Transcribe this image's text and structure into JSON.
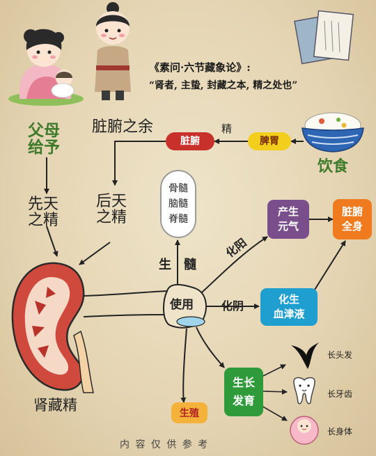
{
  "quote": {
    "source": "《素问·六节藏象论》:",
    "line": "“肾者, 主蛰, 封藏之本, 精之处也”"
  },
  "labels": {
    "parents_line1": "父母",
    "parents_line2": "给予",
    "prenatal_line1": "先天",
    "prenatal_line2": "之精",
    "postnatal_line1": "后天",
    "postnatal_line2": "之精",
    "zangfu_surplus": "脏腑之余",
    "jing": "精",
    "diet": "饮食",
    "kidney_store": "肾藏精",
    "sheng": "生",
    "sui": "髓",
    "use": "使用",
    "hua_yang": "化阳",
    "hua_yin": "化阴",
    "long_hair": "长头发",
    "long_teeth": "长牙齿",
    "long_body": "长身体",
    "footer": "内 容 仅 供 参 考"
  },
  "marrow": [
    "骨髓",
    "脑髓",
    "脊髓"
  ],
  "boxes": {
    "zangfu": "脏腑",
    "spleen": "脾胃",
    "yuanqi_line1": "产生",
    "yuanqi_line2": "元气",
    "whole_line1": "脏腑",
    "whole_line2": "全身",
    "blood_line1": "化生",
    "blood_line2": "血津液",
    "growth_line1": "生长",
    "growth_line2": "发育",
    "reproduce": "生殖"
  },
  "colors": {
    "zangfu": "#c8312b",
    "spleen": "#f2cf1c",
    "yuanqi": "#7a4e8a",
    "whole": "#f07a1e",
    "blood": "#1f9fd0",
    "growth": "#2f9a3a",
    "reproduce": "#f4b23a",
    "kidney": "#cf4a3c",
    "yellow_text": "#f0c800"
  },
  "icons": [
    "mother-baby-icon",
    "boy-icon",
    "book-icon",
    "rice-bowl-icon",
    "kidney-icon",
    "hair-icon",
    "tooth-icon",
    "baby-icon"
  ]
}
